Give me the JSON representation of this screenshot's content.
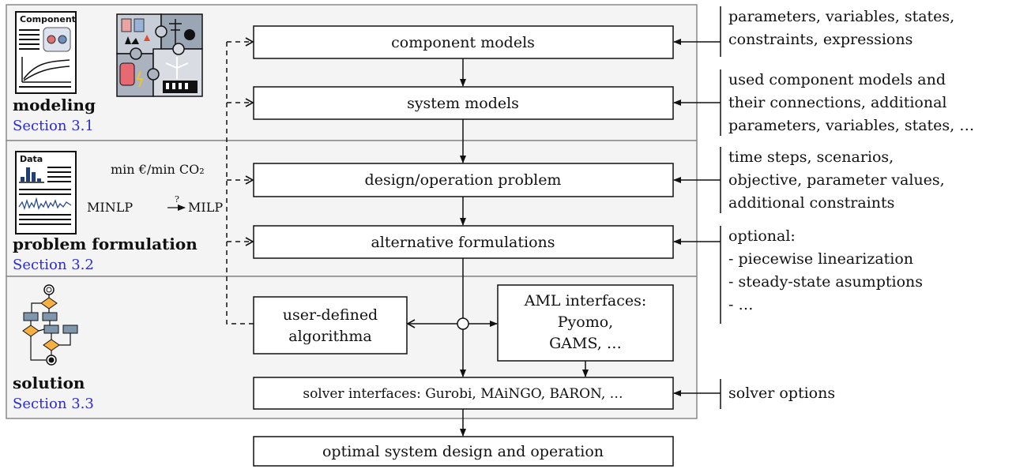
{
  "sections": {
    "modeling": {
      "title": "modeling",
      "ref": "Section 3.1"
    },
    "problem": {
      "title": "problem formulation",
      "ref": "Section 3.2",
      "formula1": "min €/min CO₂",
      "formula2_left": "MINLP",
      "formula2_arrow_q": "?",
      "formula2_right": "MILP"
    },
    "solution": {
      "title": "solution",
      "ref": "Section 3.3"
    }
  },
  "icons": {
    "component_doc": {
      "label": "Component"
    },
    "data_doc": {
      "label": "Data"
    },
    "puzzle": {
      "name": "energy-system-puzzle-icon"
    },
    "flowchart": {
      "name": "algorithm-flowchart-icon"
    }
  },
  "boxes": {
    "component_models": "component models",
    "system_models": "system models",
    "design_problem": "design/operation problem",
    "alt_formulations": "alternative formulations",
    "user_alg_1": "user-defined",
    "user_alg_2": "algorithma",
    "aml_1": "AML interfaces:",
    "aml_2": "Pyomo,",
    "aml_3": "GAMS, …",
    "solver_interfaces": "solver interfaces:  Gurobi, MAiNGO, BARON, …",
    "optimal": "optimal system design and operation"
  },
  "side_notes": {
    "n1": [
      "parameters, variables, states,",
      "constraints, expressions"
    ],
    "n2": [
      "used component models and",
      "their connections, additional",
      "parameters, variables, states, …"
    ],
    "n3": [
      "time steps, scenarios,",
      "objective, parameter values,",
      "additional constraints"
    ],
    "n4": [
      "optional:",
      "- piecewise linearization",
      "- steady-state asumptions",
      "- …"
    ],
    "n5": [
      "solver options"
    ]
  },
  "colors": {
    "section_bg": "#f4f4f4",
    "section_border": "#8a8a8a",
    "link": "#2b2bd8",
    "accent_orange": "#f5b041",
    "accent_blue": "#7f96ad"
  }
}
